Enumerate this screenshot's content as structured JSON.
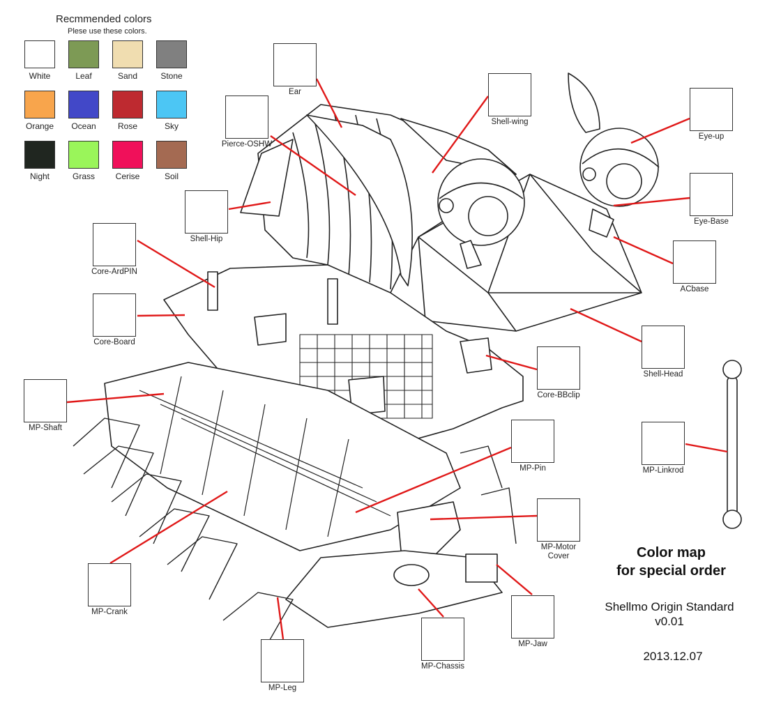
{
  "palette": {
    "title": "Recmmended colors",
    "subtitle": "Plese use these colors.",
    "colors": [
      {
        "name": "White",
        "hex": "#ffffff"
      },
      {
        "name": "Leaf",
        "hex": "#7d9a55"
      },
      {
        "name": "Sand",
        "hex": "#f0ddb0"
      },
      {
        "name": "Stone",
        "hex": "#808080"
      },
      {
        "name": "Orange",
        "hex": "#f8a54c"
      },
      {
        "name": "Ocean",
        "hex": "#4248c8"
      },
      {
        "name": "Rose",
        "hex": "#be2a30"
      },
      {
        "name": "Sky",
        "hex": "#4cc6f4"
      },
      {
        "name": "Night",
        "hex": "#202620"
      },
      {
        "name": "Grass",
        "hex": "#9af55a"
      },
      {
        "name": "Cerise",
        "hex": "#f0105a"
      },
      {
        "name": "Soil",
        "hex": "#a46a52"
      }
    ]
  },
  "parts": [
    {
      "label": "Ear"
    },
    {
      "label": "Pierce-OSHW"
    },
    {
      "label": "Shell-wing"
    },
    {
      "label": "Eye-up"
    },
    {
      "label": "Eye-Base"
    },
    {
      "label": "ACbase"
    },
    {
      "label": "Shell-Hip"
    },
    {
      "label": "Core-ArdPIN"
    },
    {
      "label": "Core-Board"
    },
    {
      "label": "Shell-Head"
    },
    {
      "label": "Core-BBclip"
    },
    {
      "label": "MP-Shaft"
    },
    {
      "label": "MP-Linkrod"
    },
    {
      "label": "MP-Pin"
    },
    {
      "label": "MP-Motor\nCover"
    },
    {
      "label": "MP-Crank"
    },
    {
      "label": "MP-Jaw"
    },
    {
      "label": "MP-Chassis"
    },
    {
      "label": "MP-Leg"
    }
  ],
  "title": {
    "line1": "Color  map",
    "line2": "for special order",
    "product": "Shellmo Origin Standard",
    "version": "v0.01",
    "date": "2013.12.07"
  },
  "colors": {
    "leader": "#e01818",
    "outline": "#222222"
  }
}
